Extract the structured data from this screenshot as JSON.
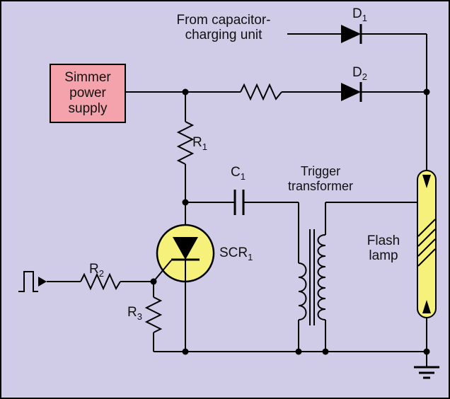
{
  "title": "Flash lamp trigger circuit schematic",
  "colors": {
    "background": "#d0cbe7",
    "simmer_box_fill": "#f4a3ac",
    "component_yellow": "#f5f17b",
    "line": "#000000"
  },
  "labels": {
    "from_capacitor": {
      "line1": "From capacitor-",
      "line2": "charging unit"
    },
    "d1": {
      "base": "D",
      "sub": "1"
    },
    "d2": {
      "base": "D",
      "sub": "2"
    },
    "r1": {
      "base": "R",
      "sub": "1"
    },
    "r2": {
      "base": "R",
      "sub": "2"
    },
    "r3": {
      "base": "R",
      "sub": "3"
    },
    "c1": {
      "base": "C",
      "sub": "1"
    },
    "scr1": {
      "base": "SCR",
      "sub": "1"
    },
    "simmer": {
      "line1": "Simmer",
      "line2": "power",
      "line3": "supply"
    },
    "trigger_transformer": {
      "line1": "Trigger",
      "line2": "transformer"
    },
    "flash_lamp": {
      "line1": "Flash",
      "line2": "lamp"
    }
  }
}
